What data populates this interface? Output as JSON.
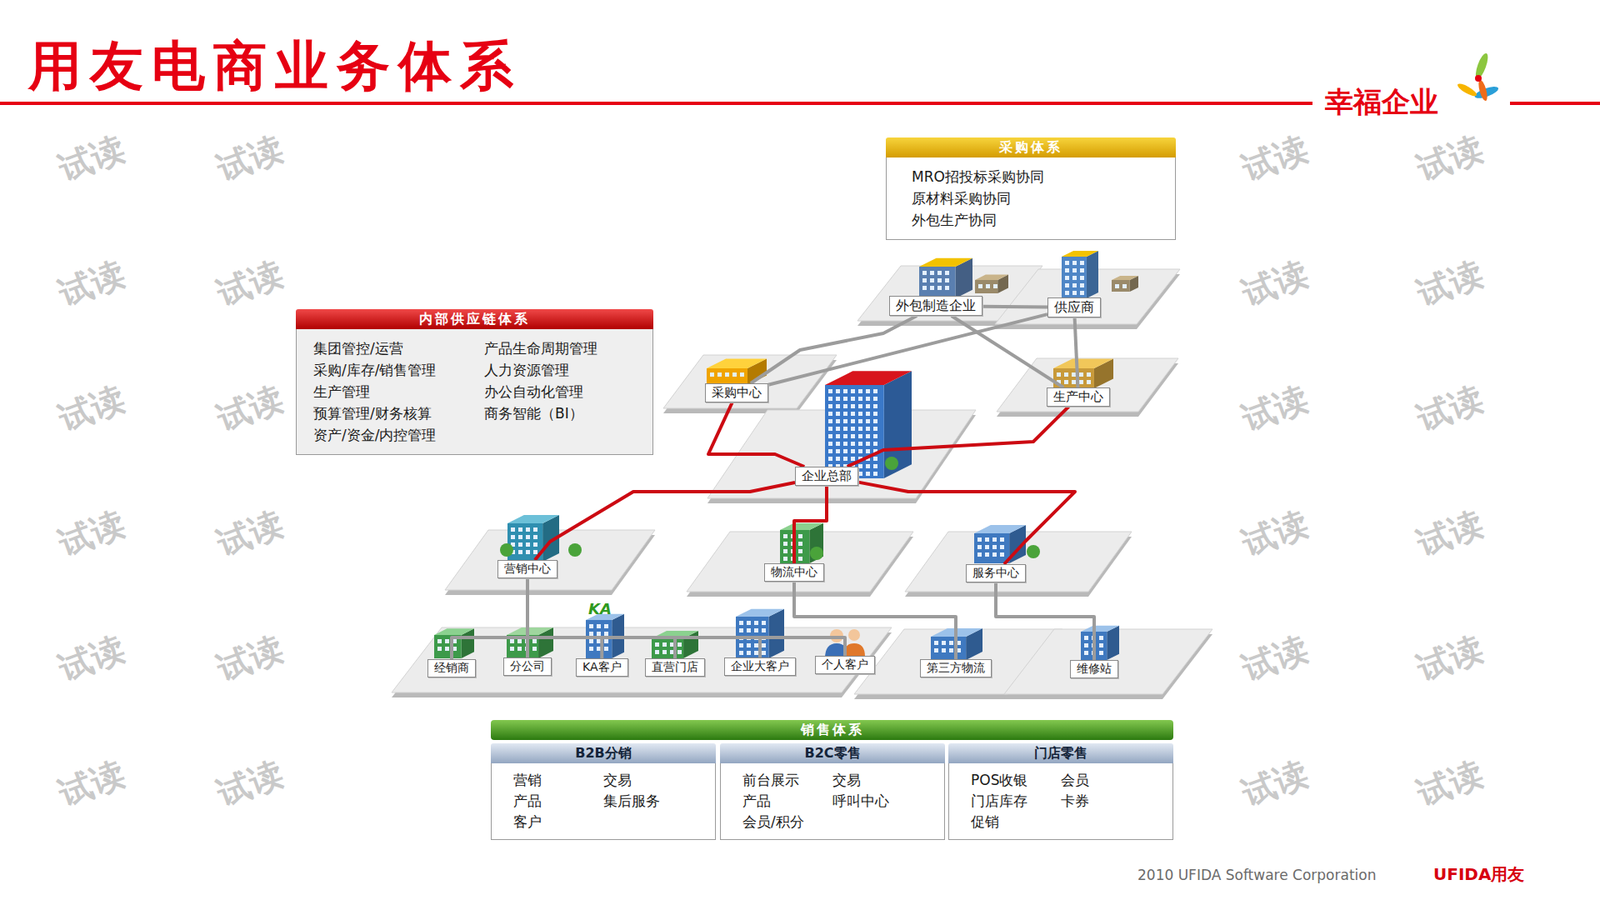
{
  "diagram": {
    "title": "用友电商业务体系",
    "nodes": [
      {
        "text": [
          "采购体系",
          "MRO招投标采购协同",
          "原材料采购协同",
          "外包生产协同"
        ]
      },
      {
        "text": [
          "外包制造企业"
        ]
      },
      {
        "text": [
          "供应商"
        ]
      },
      {
        "text": [
          "内部供应链体系",
          "集团管控/运营",
          "产品生命周期管理",
          "采购/库存/销售管理",
          "人力资源管理",
          "生产管理",
          "办公自动化管理",
          "预算管理/财务核算",
          "商务智能（BI）",
          "资产/资金/内控管理"
        ]
      },
      {
        "text": [
          "采购中心"
        ]
      },
      {
        "text": [
          "生产中心"
        ]
      },
      {
        "text": [
          "企业总部"
        ]
      },
      {
        "text": [
          "营销中心"
        ]
      },
      {
        "text": [
          "物流中心"
        ]
      },
      {
        "text": [
          "服务中心"
        ]
      },
      {
        "text": [
          "经销商"
        ]
      },
      {
        "text": [
          "分公司"
        ]
      },
      {
        "text": [
          "KA客户"
        ]
      },
      {
        "text": [
          "直营门店"
        ]
      },
      {
        "text": [
          "企业大客户"
        ]
      },
      {
        "text": [
          "个人客户"
        ]
      },
      {
        "text": [
          "第三方物流"
        ]
      },
      {
        "text": [
          "维修站"
        ]
      },
      {
        "text": [
          "销售体系"
        ]
      },
      {
        "text": [
          "B2B分销",
          "营销",
          "交易",
          "产品",
          "集后服务",
          "客户"
        ],
        "in": 18
      },
      {
        "text": [
          "B2C零售",
          "前台展示",
          "交易",
          "产品",
          "呼叫中心",
          "会员/积分"
        ],
        "in": 18
      },
      {
        "text": [
          "门店零售",
          "POS收银",
          "会员",
          "门店库存",
          "卡券",
          "促销"
        ],
        "in": 18
      }
    ],
    "edges": [
      {
        "from": 4,
        "to": 1,
        "arrow": "none"
      },
      {
        "from": 1,
        "to": 2,
        "arrow": "none"
      },
      {
        "from": 1,
        "to": 5,
        "arrow": "none"
      },
      {
        "from": 2,
        "to": 4,
        "arrow": "none"
      },
      {
        "from": 2,
        "to": 5,
        "arrow": "none"
      },
      {
        "from": 6,
        "to": 4,
        "arrow": "none"
      },
      {
        "from": 6,
        "to": 5,
        "arrow": "none"
      },
      {
        "from": 6,
        "to": 7,
        "arrow": "none"
      },
      {
        "from": 6,
        "to": 8,
        "arrow": "none"
      },
      {
        "from": 6,
        "to": 9,
        "arrow": "none"
      },
      {
        "from": 7,
        "to": 10,
        "arrow": "none"
      },
      {
        "from": 7,
        "to": 11,
        "arrow": "none"
      },
      {
        "from": 7,
        "to": 12,
        "arrow": "none"
      },
      {
        "from": 7,
        "to": 13,
        "arrow": "none"
      },
      {
        "from": 7,
        "to": 14,
        "arrow": "none"
      },
      {
        "from": 7,
        "to": 15,
        "arrow": "none"
      },
      {
        "from": 8,
        "to": 16,
        "arrow": "none"
      },
      {
        "from": 9,
        "to": 17,
        "arrow": "none"
      }
    ],
    "labels": [
      "幸福企业",
      "2010 UFIDA Software Corporation",
      "UFIDA用友",
      "KA",
      "试读",
      "试读",
      "试读",
      "试读",
      "试读",
      "试读",
      "试读",
      "试读",
      "试读",
      "试读",
      "试读",
      "试读",
      "试读",
      "试读",
      "试读",
      "试读",
      "试读",
      "试读",
      "试读",
      "试读",
      "试读",
      "试读",
      "试读",
      "试读"
    ]
  }
}
